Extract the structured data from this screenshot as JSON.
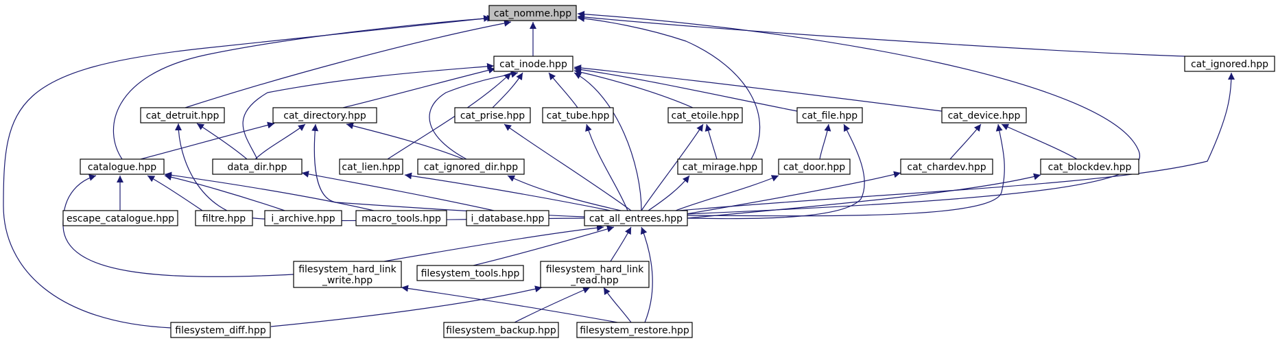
{
  "diagram": {
    "colors": {
      "edge": "#191970",
      "node_border": "#000000",
      "node_fill": "#ffffff",
      "root_fill": "#bfbfbf"
    },
    "nodes": [
      {
        "id": "cat_nomme",
        "lines": [
          "cat_nomme.hpp"
        ],
        "root": true
      },
      {
        "id": "cat_inode",
        "lines": [
          "cat_inode.hpp"
        ]
      },
      {
        "id": "cat_ignored",
        "lines": [
          "cat_ignored.hpp"
        ]
      },
      {
        "id": "cat_detruit",
        "lines": [
          "cat_detruit.hpp"
        ]
      },
      {
        "id": "cat_directory",
        "lines": [
          "cat_directory.hpp"
        ]
      },
      {
        "id": "cat_prise",
        "lines": [
          "cat_prise.hpp"
        ]
      },
      {
        "id": "cat_tube",
        "lines": [
          "cat_tube.hpp"
        ]
      },
      {
        "id": "cat_etoile",
        "lines": [
          "cat_etoile.hpp"
        ]
      },
      {
        "id": "cat_file",
        "lines": [
          "cat_file.hpp"
        ]
      },
      {
        "id": "cat_device",
        "lines": [
          "cat_device.hpp"
        ]
      },
      {
        "id": "catalogue",
        "lines": [
          "catalogue.hpp"
        ]
      },
      {
        "id": "data_dir",
        "lines": [
          "data_dir.hpp"
        ]
      },
      {
        "id": "cat_lien",
        "lines": [
          "cat_lien.hpp"
        ]
      },
      {
        "id": "cat_ignored_dir",
        "lines": [
          "cat_ignored_dir.hpp"
        ]
      },
      {
        "id": "cat_mirage",
        "lines": [
          "cat_mirage.hpp"
        ]
      },
      {
        "id": "cat_door",
        "lines": [
          "cat_door.hpp"
        ]
      },
      {
        "id": "cat_chardev",
        "lines": [
          "cat_chardev.hpp"
        ]
      },
      {
        "id": "cat_blockdev",
        "lines": [
          "cat_blockdev.hpp"
        ]
      },
      {
        "id": "escape_catalogue",
        "lines": [
          "escape_catalogue.hpp"
        ]
      },
      {
        "id": "filtre",
        "lines": [
          "filtre.hpp"
        ]
      },
      {
        "id": "i_archive",
        "lines": [
          "i_archive.hpp"
        ]
      },
      {
        "id": "macro_tools",
        "lines": [
          "macro_tools.hpp"
        ]
      },
      {
        "id": "i_database",
        "lines": [
          "i_database.hpp"
        ]
      },
      {
        "id": "cat_all_entrees",
        "lines": [
          "cat_all_entrees.hpp"
        ]
      },
      {
        "id": "filesystem_hard_link_write",
        "lines": [
          "filesystem_hard_link",
          "_write.hpp"
        ]
      },
      {
        "id": "filesystem_tools",
        "lines": [
          "filesystem_tools.hpp"
        ]
      },
      {
        "id": "filesystem_hard_link_read",
        "lines": [
          "filesystem_hard_link",
          "_read.hpp"
        ]
      },
      {
        "id": "filesystem_diff",
        "lines": [
          "filesystem_diff.hpp"
        ]
      },
      {
        "id": "filesystem_backup",
        "lines": [
          "filesystem_backup.hpp"
        ]
      },
      {
        "id": "filesystem_restore",
        "lines": [
          "filesystem_restore.hpp"
        ]
      }
    ],
    "edges": [
      {
        "from": "cat_inode",
        "to": "cat_nomme"
      },
      {
        "from": "cat_ignored",
        "to": "cat_nomme"
      },
      {
        "from": "cat_detruit",
        "to": "cat_nomme"
      },
      {
        "from": "catalogue",
        "to": "cat_nomme"
      },
      {
        "from": "filesystem_diff",
        "to": "cat_nomme"
      },
      {
        "from": "cat_mirage",
        "to": "cat_nomme"
      },
      {
        "from": "cat_all_entrees",
        "to": "cat_nomme"
      },
      {
        "from": "cat_directory",
        "to": "cat_inode"
      },
      {
        "from": "cat_prise",
        "to": "cat_inode"
      },
      {
        "from": "cat_tube",
        "to": "cat_inode"
      },
      {
        "from": "cat_etoile",
        "to": "cat_inode"
      },
      {
        "from": "cat_file",
        "to": "cat_inode"
      },
      {
        "from": "cat_device",
        "to": "cat_inode"
      },
      {
        "from": "data_dir",
        "to": "cat_inode"
      },
      {
        "from": "cat_lien",
        "to": "cat_inode"
      },
      {
        "from": "cat_ignored_dir",
        "to": "cat_inode"
      },
      {
        "from": "cat_all_entrees",
        "to": "cat_inode"
      },
      {
        "from": "cat_all_entrees",
        "to": "cat_ignored"
      },
      {
        "from": "data_dir",
        "to": "cat_detruit"
      },
      {
        "from": "cat_all_entrees",
        "to": "cat_detruit"
      },
      {
        "from": "catalogue",
        "to": "cat_directory"
      },
      {
        "from": "data_dir",
        "to": "cat_directory"
      },
      {
        "from": "cat_ignored_dir",
        "to": "cat_directory"
      },
      {
        "from": "cat_all_entrees",
        "to": "cat_directory"
      },
      {
        "from": "cat_all_entrees",
        "to": "cat_prise"
      },
      {
        "from": "cat_all_entrees",
        "to": "cat_tube"
      },
      {
        "from": "cat_mirage",
        "to": "cat_etoile"
      },
      {
        "from": "cat_all_entrees",
        "to": "cat_etoile"
      },
      {
        "from": "cat_door",
        "to": "cat_file"
      },
      {
        "from": "cat_all_entrees",
        "to": "cat_file"
      },
      {
        "from": "cat_chardev",
        "to": "cat_device"
      },
      {
        "from": "cat_blockdev",
        "to": "cat_device"
      },
      {
        "from": "cat_all_entrees",
        "to": "cat_device"
      },
      {
        "from": "escape_catalogue",
        "to": "catalogue"
      },
      {
        "from": "filtre",
        "to": "catalogue"
      },
      {
        "from": "i_archive",
        "to": "catalogue"
      },
      {
        "from": "macro_tools",
        "to": "catalogue"
      },
      {
        "from": "filesystem_hard_link_write",
        "to": "catalogue"
      },
      {
        "from": "i_database",
        "to": "data_dir"
      },
      {
        "from": "cat_all_entrees",
        "to": "cat_lien"
      },
      {
        "from": "cat_all_entrees",
        "to": "cat_ignored_dir"
      },
      {
        "from": "cat_all_entrees",
        "to": "cat_mirage"
      },
      {
        "from": "cat_all_entrees",
        "to": "cat_door"
      },
      {
        "from": "cat_all_entrees",
        "to": "cat_chardev"
      },
      {
        "from": "cat_all_entrees",
        "to": "cat_blockdev"
      },
      {
        "from": "filesystem_hard_link_write",
        "to": "cat_all_entrees"
      },
      {
        "from": "filesystem_tools",
        "to": "cat_all_entrees"
      },
      {
        "from": "filesystem_hard_link_read",
        "to": "cat_all_entrees"
      },
      {
        "from": "filesystem_restore",
        "to": "cat_all_entrees"
      },
      {
        "from": "filesystem_restore",
        "to": "filesystem_hard_link_write"
      },
      {
        "from": "filesystem_diff",
        "to": "filesystem_hard_link_read"
      },
      {
        "from": "filesystem_backup",
        "to": "filesystem_hard_link_read"
      },
      {
        "from": "filesystem_restore",
        "to": "filesystem_hard_link_read"
      }
    ]
  }
}
